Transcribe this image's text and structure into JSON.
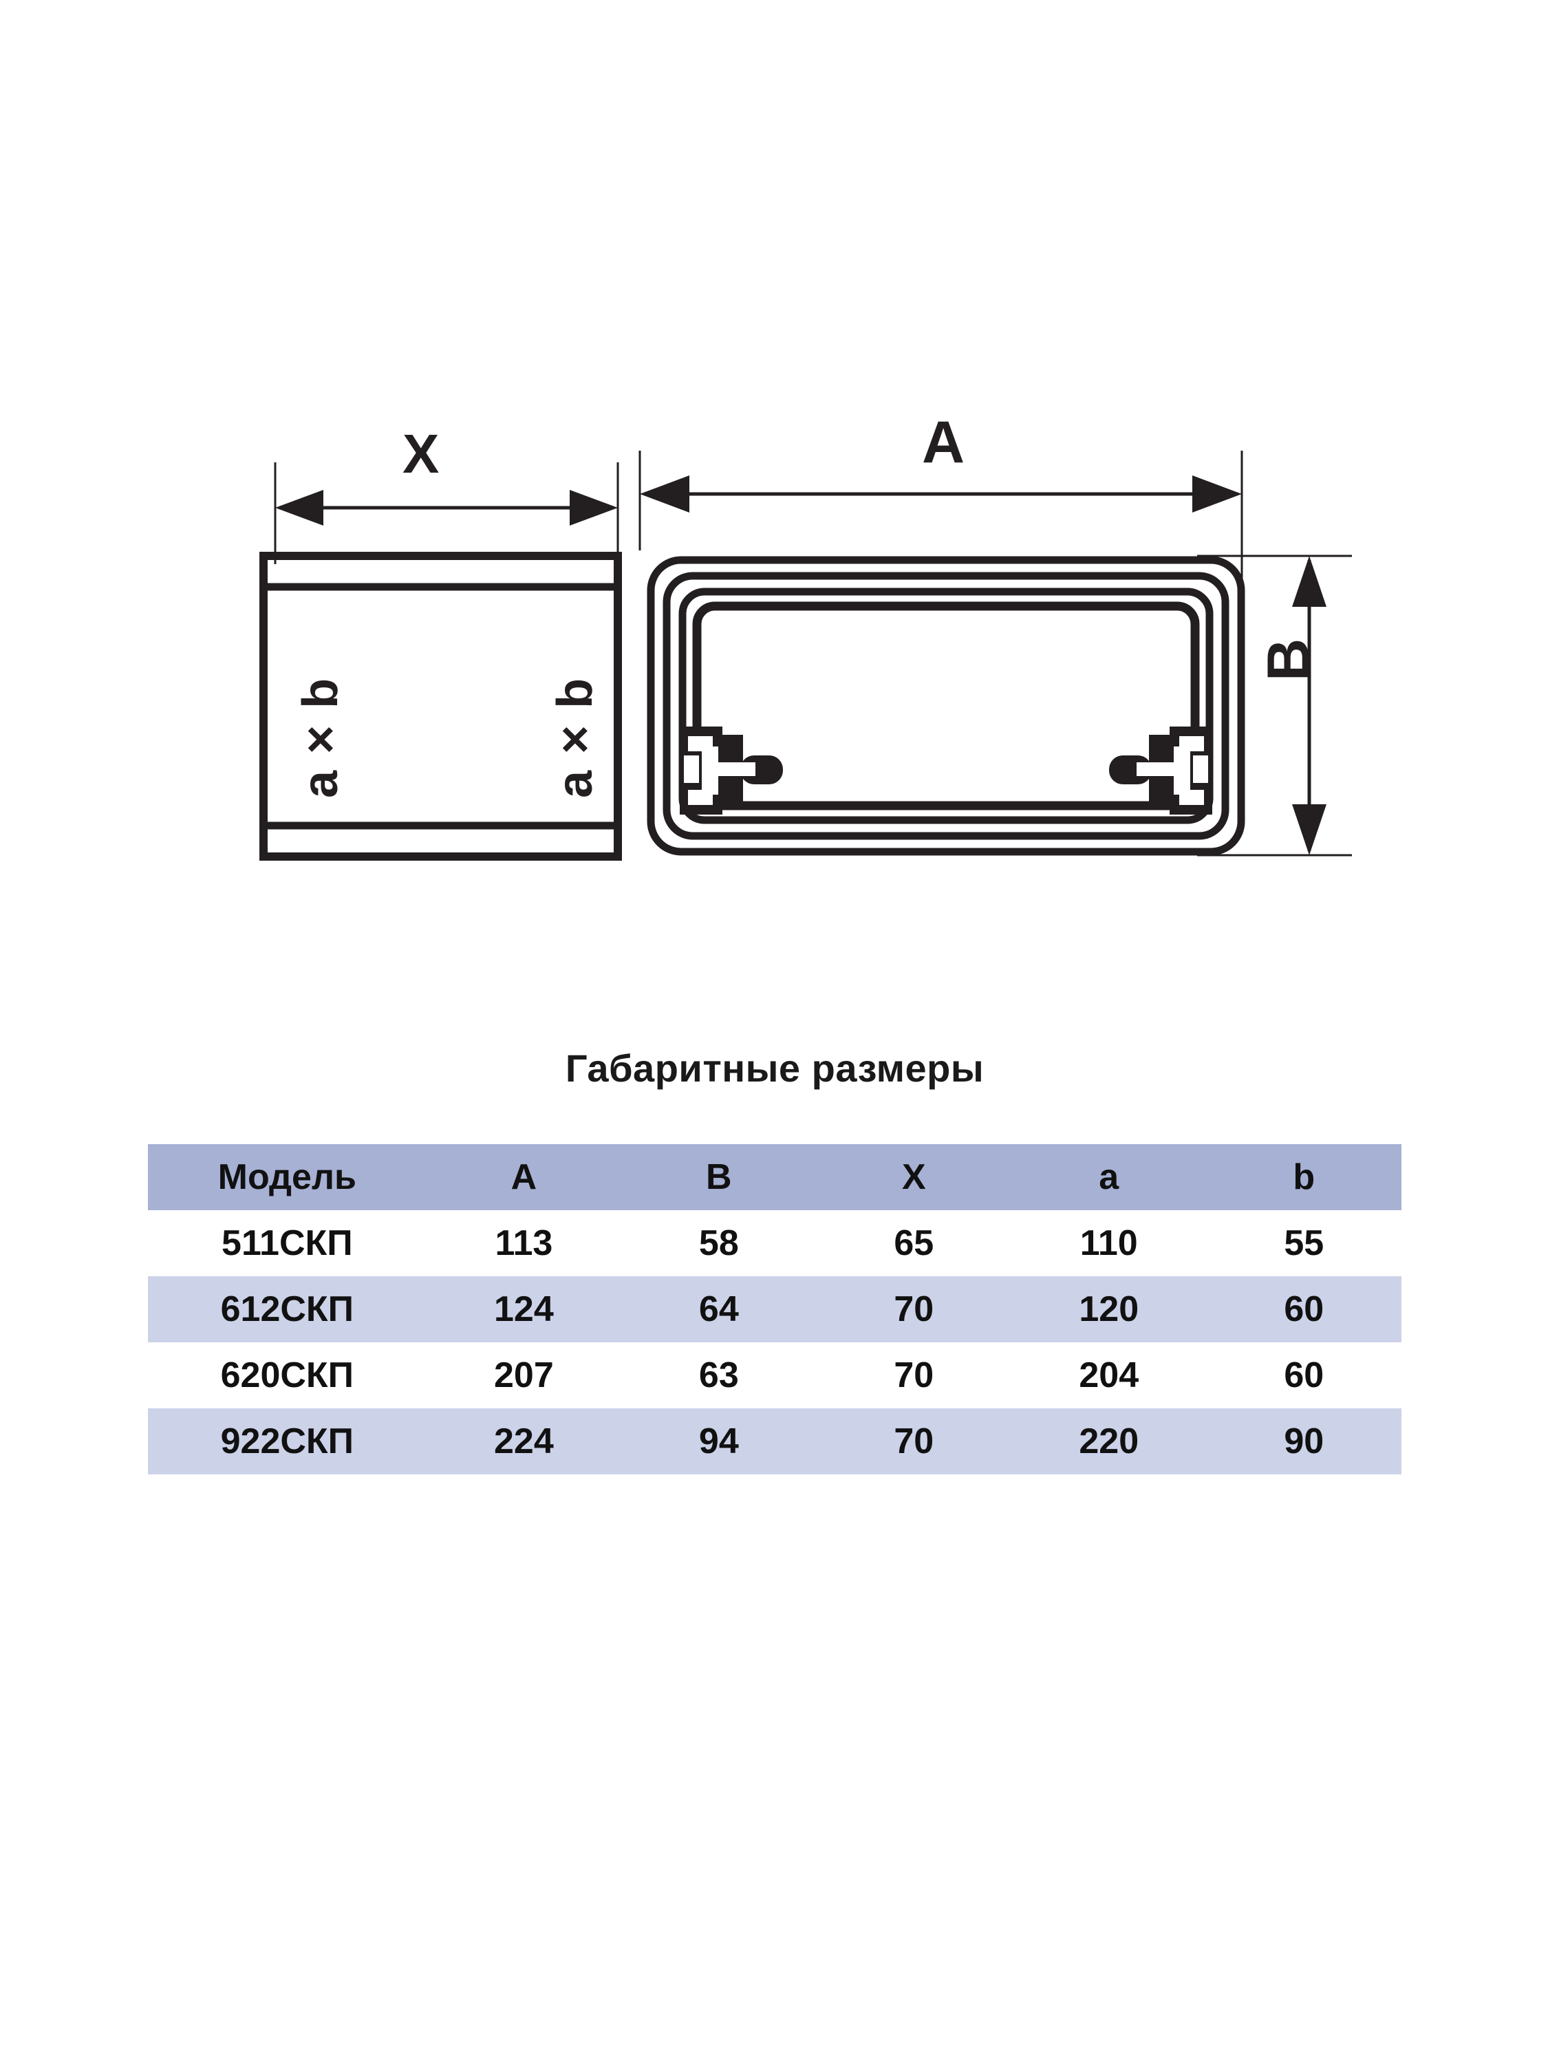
{
  "diagram": {
    "side_view": {
      "annotation_left": "a × b",
      "annotation_right": "a × b",
      "width_dimension_label": "X"
    },
    "front_view": {
      "width_dimension_label": "A",
      "height_dimension_label": "B"
    }
  },
  "table": {
    "title": "Габаритные размеры",
    "columns": [
      "Модель",
      "A",
      "B",
      "X",
      "a",
      "b"
    ],
    "rows": [
      {
        "model": "511СКП",
        "A": "113",
        "B": "58",
        "X": "65",
        "a": "110",
        "b": "55"
      },
      {
        "model": "612СКП",
        "A": "124",
        "B": "64",
        "X": "70",
        "a": "120",
        "b": "60"
      },
      {
        "model": "620СКП",
        "A": "207",
        "B": "63",
        "X": "70",
        "a": "204",
        "b": "60"
      },
      {
        "model": "922СКП",
        "A": "224",
        "B": "94",
        "X": "70",
        "a": "220",
        "b": "90"
      }
    ],
    "colors": {
      "header_bg": "#a7b1d4",
      "row_alt_bg": "#ccd2e8",
      "row_bg": "#ffffff",
      "text": "#111111"
    }
  }
}
